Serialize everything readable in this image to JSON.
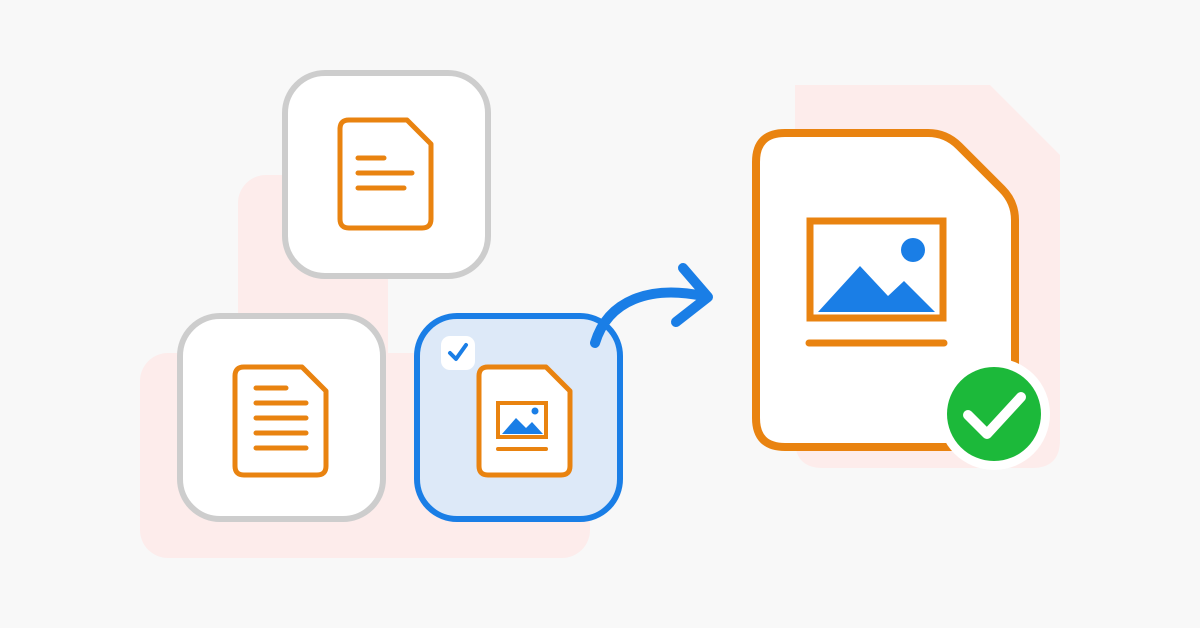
{
  "colors": {
    "background": "#f8f8f8",
    "shadow_pink": "#fdeceb",
    "tile_fill": "#ffffff",
    "tile_border_gray": "#cdcdcd",
    "selected_fill": "#dde9f8",
    "selected_border": "#1a7ee6",
    "accent_orange": "#e98310",
    "accent_blue": "#1a7ee6",
    "success_green": "#1cb93a",
    "white": "#ffffff"
  },
  "items": [
    {
      "id": "text-document-tile",
      "icon": "text-document-icon",
      "selected": false
    },
    {
      "id": "lined-document-tile",
      "icon": "lined-document-icon",
      "selected": false
    },
    {
      "id": "image-document-tile",
      "icon": "image-document-icon",
      "selected": true,
      "checkbox_icon": "checkmark-icon"
    }
  ],
  "flow": {
    "connector_icon": "curved-arrow-right-icon"
  },
  "result": {
    "icon": "image-document-icon",
    "badge_icon": "success-check-icon"
  }
}
